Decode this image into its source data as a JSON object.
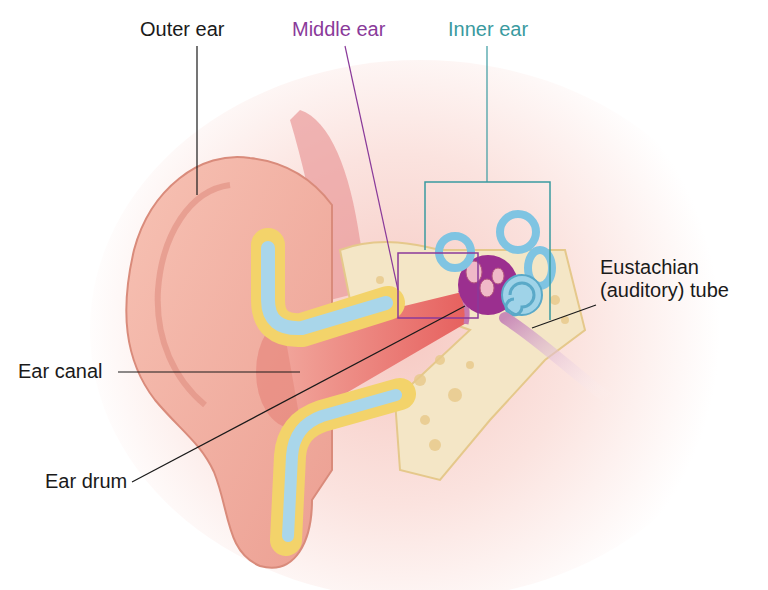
{
  "diagram": {
    "labels": [
      "Outer ear",
      "Middle ear",
      "Inner ear",
      "Eustachian (auditory) tube",
      "Ear canal",
      "Ear drum"
    ]
  }
}
